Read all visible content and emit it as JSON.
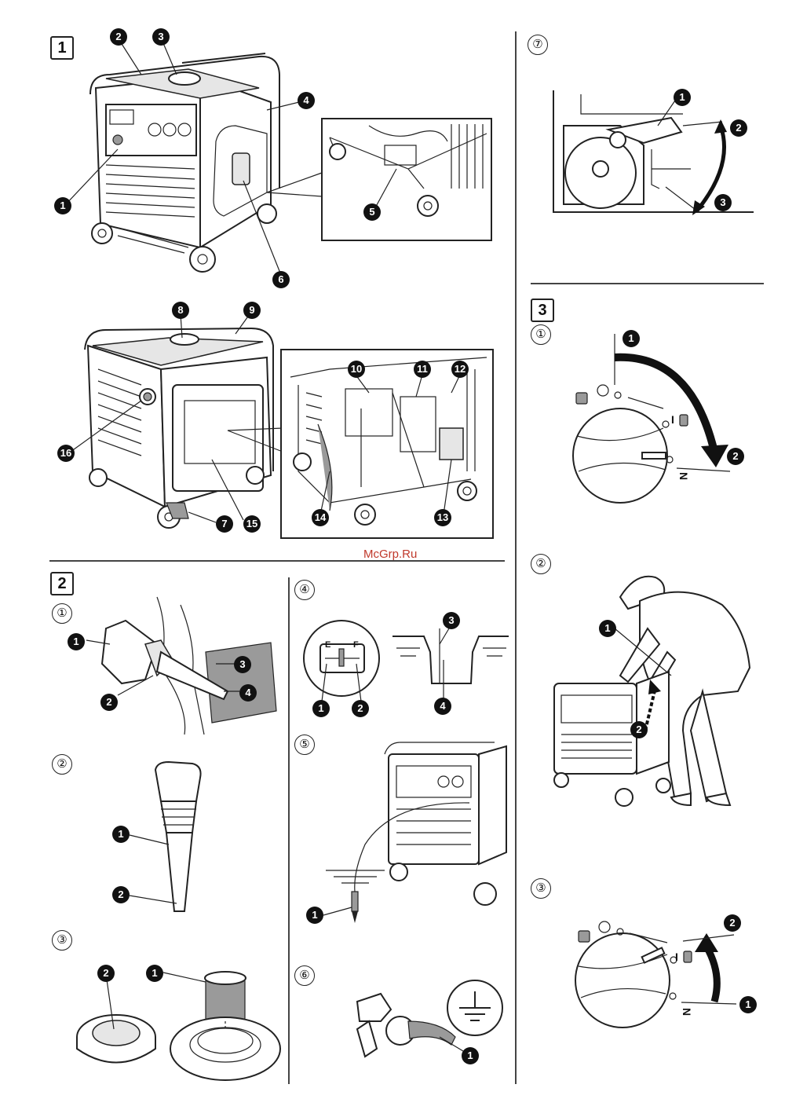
{
  "sections": {
    "s1": "1",
    "s2": "2",
    "s3": "3"
  },
  "subs": {
    "s7": "⑦",
    "s2_1": "①",
    "s2_2": "②",
    "s2_3": "③",
    "s2_4": "④",
    "s2_5": "⑤",
    "s2_6": "⑥",
    "s3_1": "①",
    "s3_2": "②",
    "s3_3": "③"
  },
  "callouts": {
    "g1_1": "1",
    "g1_2": "2",
    "g1_3": "3",
    "g1_4": "4",
    "g1_5": "5",
    "g1_6": "6",
    "g1_7": "7",
    "g1_8": "8",
    "g1_9": "9",
    "g1_10": "10",
    "g1_11": "11",
    "g1_12": "12",
    "g1_13": "13",
    "g1_14": "14",
    "g1_15": "15",
    "g1_16": "16",
    "w7_1": "1",
    "w7_2": "2",
    "w7_3": "3",
    "k31_1": "1",
    "k31_2": "2",
    "p32_1": "1",
    "p32_2": "2",
    "k33_1": "1",
    "k33_2": "2",
    "o21_1": "1",
    "o21_2": "2",
    "o21_3": "3",
    "o21_4": "4",
    "o22_1": "1",
    "o22_2": "2",
    "o23_1": "1",
    "o23_2": "2",
    "o24_1": "1",
    "o24_2": "2",
    "o24_3": "3",
    "o24_4": "4",
    "o25_1": "1",
    "o26_1": "1"
  },
  "gauge": {
    "E": "E",
    "F": "F"
  },
  "knob_marks": {
    "off1": "N",
    "off2": "N",
    "on1": "I",
    "on2": "I"
  },
  "watermark": "McGrp.Ru",
  "icons": [
    "generator-illustration",
    "wheel-lever-illustration",
    "fuel-knob-icon",
    "oil-dipstick-icon",
    "fuel-filter-icon",
    "fuel-gauge-icon",
    "ground-rod-icon",
    "ground-terminal-icon",
    "earth-symbol-icon",
    "fuel-pump-icon",
    "person-illustration"
  ],
  "colors": {
    "ink": "#111111",
    "watermark": "#c0392b"
  }
}
